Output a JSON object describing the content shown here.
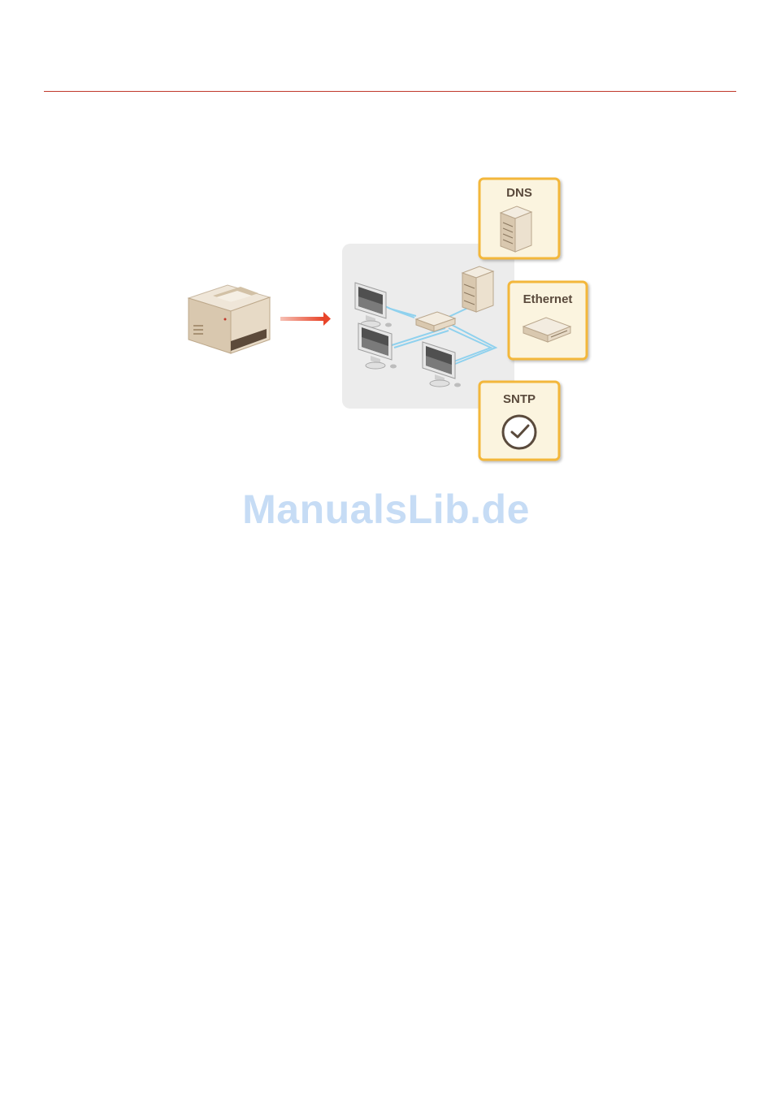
{
  "header": {
    "rule_color": "#c0392b"
  },
  "diagram": {
    "callouts": [
      {
        "id": "dns",
        "label": "DNS",
        "icon": "server-icon"
      },
      {
        "id": "ethernet",
        "label": "Ethernet",
        "icon": "network-device-icon"
      },
      {
        "id": "sntp",
        "label": "SNTP",
        "icon": "clock-icon"
      }
    ],
    "colors": {
      "callout_border": "#f3b73a",
      "callout_fill": "#fbf4df",
      "network_line": "#8fd1ee",
      "arrow": "#e8452a",
      "panel": "#ececec"
    }
  },
  "watermark": {
    "text": "ManualsLib.de"
  }
}
